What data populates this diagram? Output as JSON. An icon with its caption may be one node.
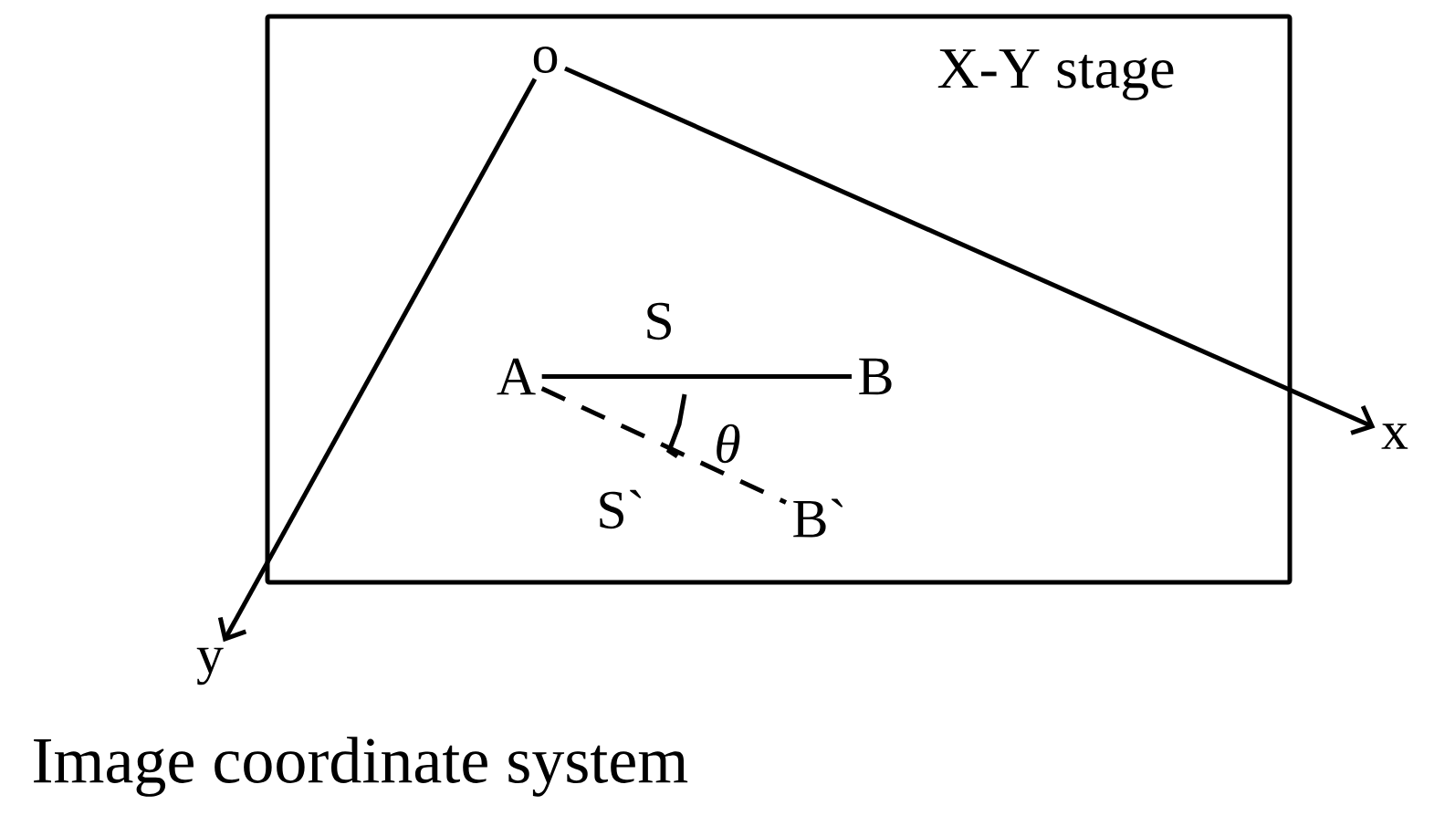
{
  "diagram": {
    "nodes": [
      {
        "text": [
          "X-Y stage"
        ]
      },
      {
        "text": [
          "o"
        ],
        "in": 0
      },
      {
        "text": [
          "x"
        ]
      },
      {
        "text": [
          "y"
        ]
      },
      {
        "text": [
          "A"
        ],
        "in": 0
      },
      {
        "text": [
          "B"
        ],
        "in": 0
      },
      {
        "text": [
          "B`"
        ],
        "in": 0
      }
    ],
    "edges": [
      {
        "from": 1,
        "to": 2,
        "arrow": "to"
      },
      {
        "from": 1,
        "to": 3,
        "arrow": "to"
      },
      {
        "from": 4,
        "to": 5,
        "arrow": "none",
        "label": "S"
      },
      {
        "from": 4,
        "to": 6,
        "arrow": "none",
        "label": "S`",
        "style": "dashed"
      }
    ],
    "labels": [
      "θ",
      "Image coordinate system"
    ]
  }
}
